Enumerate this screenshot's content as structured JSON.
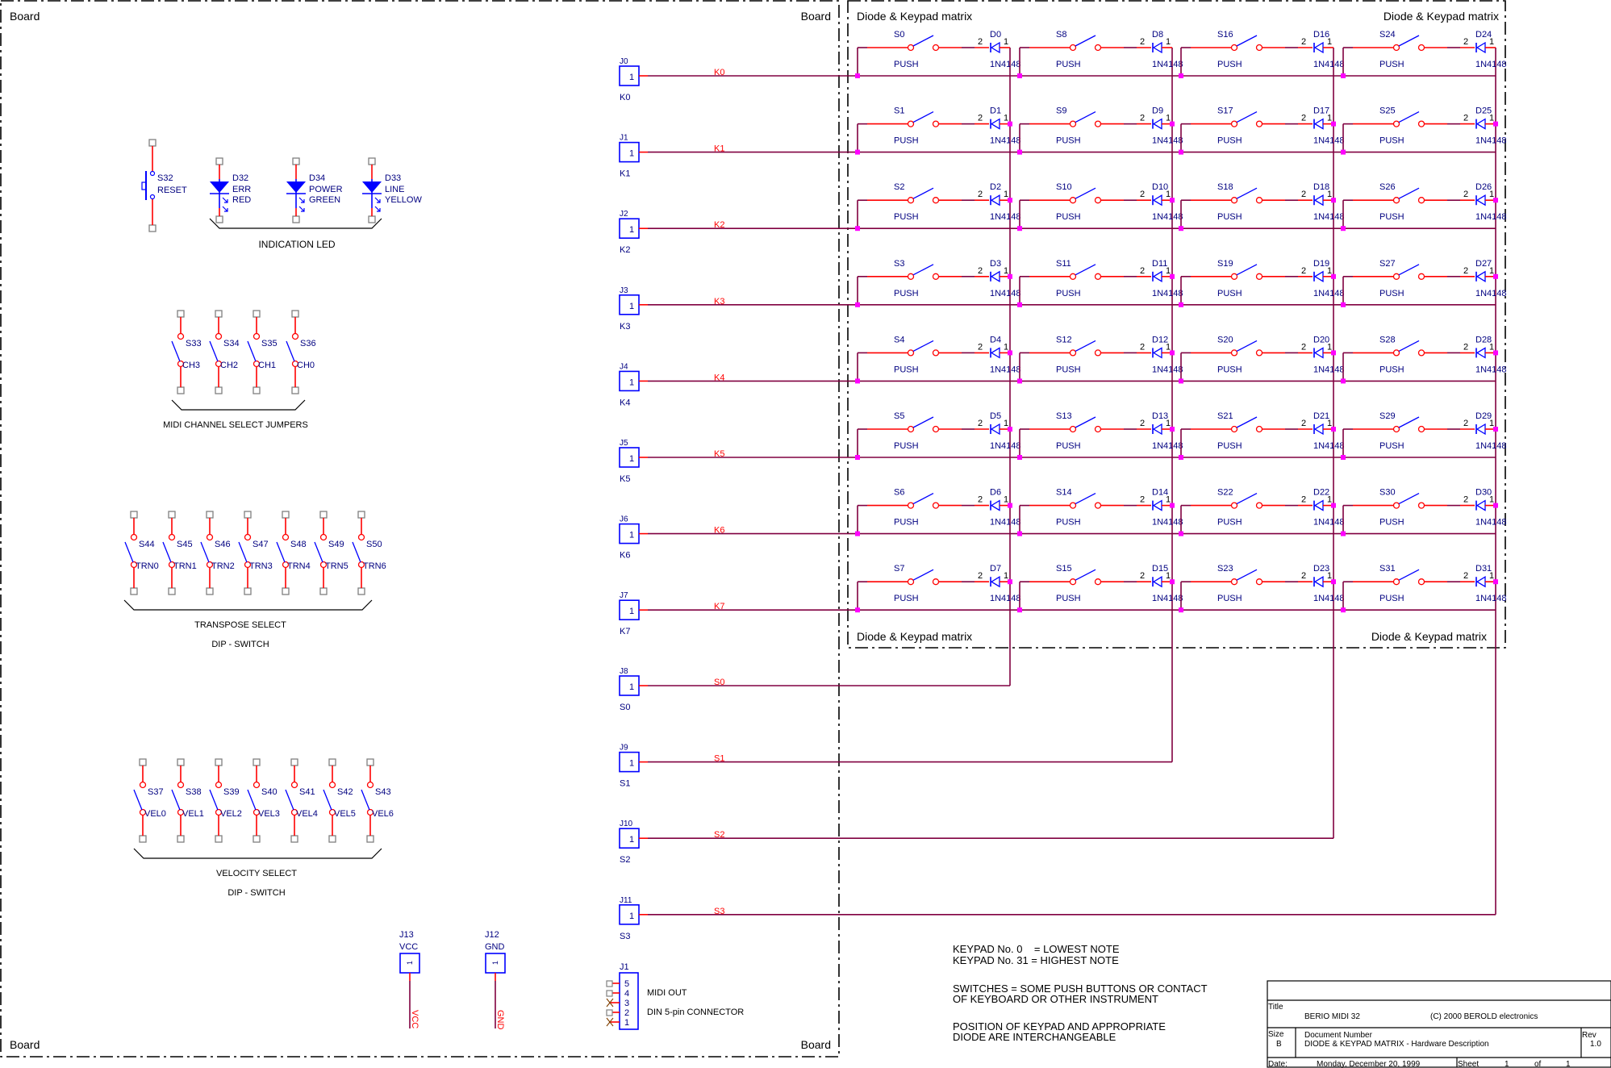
{
  "board": {
    "label": "Board",
    "matrix_label": "Diode & Keypad matrix"
  },
  "reset": {
    "ref": "S32",
    "value": "RESET"
  },
  "leds": {
    "group_label": "INDICATION LED",
    "items": [
      {
        "ref": "D32",
        "name": "ERR",
        "color": "RED"
      },
      {
        "ref": "D34",
        "name": "POWER",
        "color": "GREEN"
      },
      {
        "ref": "D33",
        "name": "LINE",
        "color": "YELLOW"
      }
    ]
  },
  "midi_channel": {
    "group_label": "MIDI CHANNEL SELECT JUMPERS",
    "items": [
      {
        "ref": "S33",
        "value": "CH3"
      },
      {
        "ref": "S34",
        "value": "CH2"
      },
      {
        "ref": "S35",
        "value": "CH1"
      },
      {
        "ref": "S36",
        "value": "CH0"
      }
    ]
  },
  "transpose": {
    "group_label": "TRANSPOSE SELECT",
    "sub_label": "DIP - SWITCH",
    "items": [
      {
        "ref": "S44",
        "value": "TRN0"
      },
      {
        "ref": "S45",
        "value": "TRN1"
      },
      {
        "ref": "S46",
        "value": "TRN2"
      },
      {
        "ref": "S47",
        "value": "TRN3"
      },
      {
        "ref": "S48",
        "value": "TRN4"
      },
      {
        "ref": "S49",
        "value": "TRN5"
      },
      {
        "ref": "S50",
        "value": "TRN6"
      }
    ]
  },
  "velocity": {
    "group_label": "VELOCITY SELECT",
    "sub_label": "DIP - SWITCH",
    "items": [
      {
        "ref": "S37",
        "value": "VEL0"
      },
      {
        "ref": "S38",
        "value": "VEL1"
      },
      {
        "ref": "S39",
        "value": "VEL2"
      },
      {
        "ref": "S40",
        "value": "VEL3"
      },
      {
        "ref": "S41",
        "value": "VEL4"
      },
      {
        "ref": "S42",
        "value": "VEL5"
      },
      {
        "ref": "S43",
        "value": "VEL6"
      }
    ]
  },
  "power": [
    {
      "ref": "J13",
      "value": "VCC",
      "net": "VCC",
      "pin": "1"
    },
    {
      "ref": "J12",
      "value": "GND",
      "net": "GND",
      "pin": "1"
    }
  ],
  "midi_out": {
    "ref": "J1",
    "pins": [
      "5",
      "4",
      "3",
      "2",
      "1"
    ],
    "label1": "MIDI OUT",
    "label2": "DIN 5-pin CONNECTOR"
  },
  "connectors": [
    {
      "ref": "J0",
      "net": "K0",
      "pin": "1"
    },
    {
      "ref": "J1",
      "net": "K1",
      "pin": "1"
    },
    {
      "ref": "J2",
      "net": "K2",
      "pin": "1"
    },
    {
      "ref": "J3",
      "net": "K3",
      "pin": "1"
    },
    {
      "ref": "J4",
      "net": "K4",
      "pin": "1"
    },
    {
      "ref": "J5",
      "net": "K5",
      "pin": "1"
    },
    {
      "ref": "J6",
      "net": "K6",
      "pin": "1"
    },
    {
      "ref": "J7",
      "net": "K7",
      "pin": "1"
    },
    {
      "ref": "J8",
      "net": "S0",
      "pin": "1"
    },
    {
      "ref": "J9",
      "net": "S1",
      "pin": "1"
    },
    {
      "ref": "J10",
      "net": "S2",
      "pin": "1"
    },
    {
      "ref": "J11",
      "net": "S3",
      "pin": "1"
    }
  ],
  "matrix": {
    "switch_value": "PUSH",
    "diode_value": "1N4148",
    "diode_pin_anode": "2",
    "diode_pin_cathode": "1",
    "columns": 4,
    "rows": 8
  },
  "notes": [
    "KEYPAD No. 0    = LOWEST NOTE",
    "KEYPAD No. 31 = HIGHEST NOTE",
    "SWITCHES = SOME PUSH BUTTONS OR CONTACT",
    "OF KEYBOARD OR OTHER INSTRUMENT",
    "POSITION OF KEYPAD AND APPROPRIATE",
    "DIODE ARE INTERCHANGEABLE"
  ],
  "title_block": {
    "title_label": "Title",
    "title": "BERIO MIDI 32",
    "copyright": "(C) 2000 BEROLD electronics",
    "size_label": "Size",
    "size": "B",
    "doc_label": "Document Number",
    "doc": "DIODE & KEYPAD MATRIX  -  Hardware Description",
    "rev_label": "Rev",
    "rev": "1.0",
    "date_label": "Date:",
    "date": "Monday, December 20, 1999",
    "sheet_label": "Sheet",
    "sheet": "1",
    "of_label": "of",
    "of": "1"
  },
  "colors": {
    "wire": "#800040",
    "pin": "#ff0000",
    "part": "#0000ff",
    "part_text": "#000080",
    "junction": "#ff00ff"
  }
}
